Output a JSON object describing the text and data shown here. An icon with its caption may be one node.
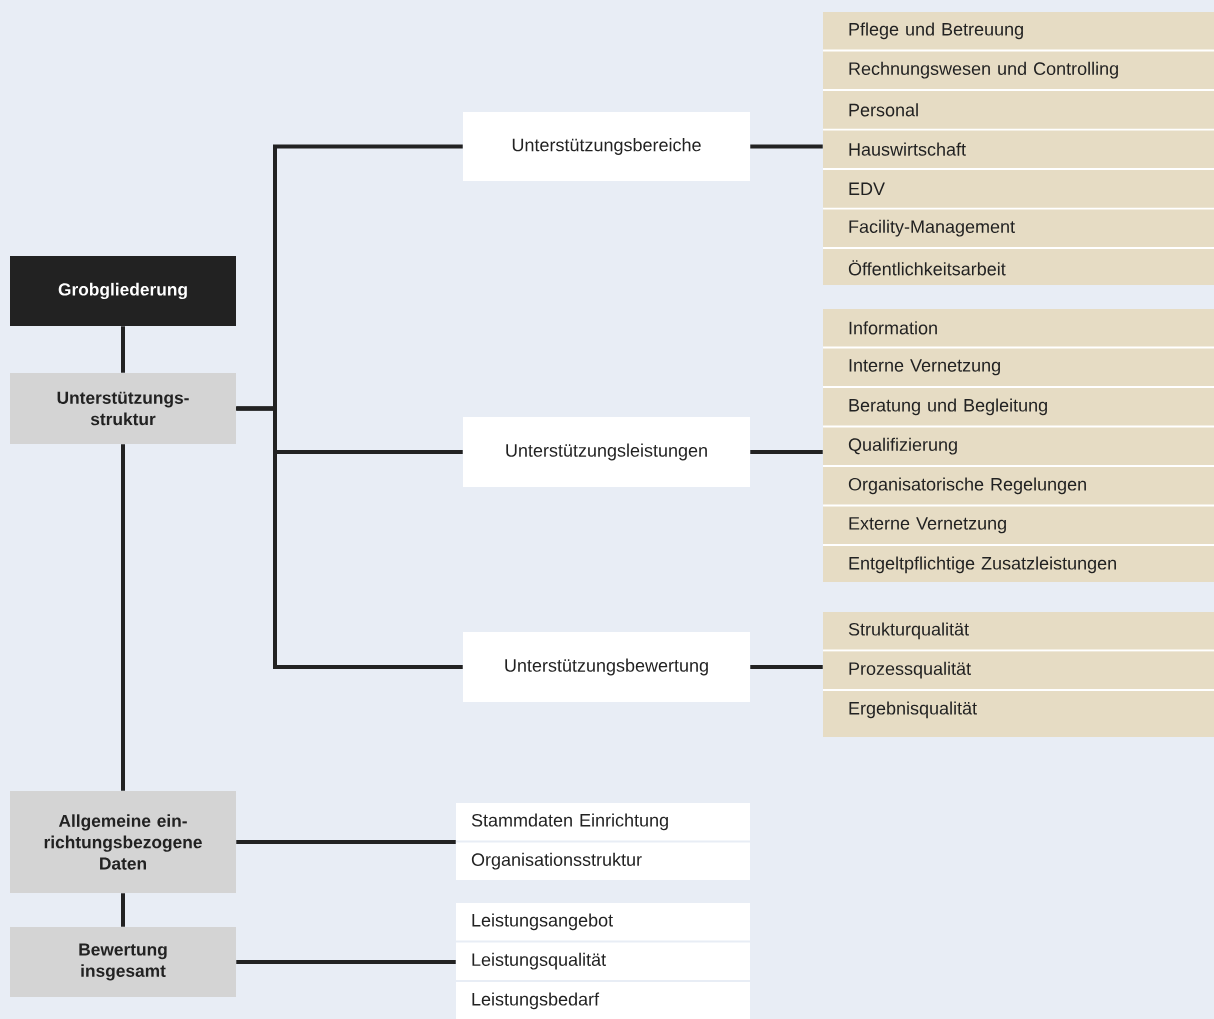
{
  "diagram": {
    "nodes": [
      {
        "text": [
          "Grobgliederung"
        ]
      },
      {
        "text": [
          "Unterstützungs- struktur"
        ]
      },
      {
        "text": [
          "Unterstützungsbereiche"
        ]
      },
      {
        "text": [],
        "shape": "box"
      },
      {
        "text": [
          "Pflege und Betreuung"
        ],
        "in": 3
      },
      {
        "text": [
          "Rechnungswesen und Controlling"
        ],
        "in": 3
      },
      {
        "text": [
          "Personal"
        ],
        "in": 3
      },
      {
        "text": [
          "Hauswirtschaft"
        ],
        "in": 3
      },
      {
        "text": [
          "EDV"
        ],
        "in": 3
      },
      {
        "text": [
          "Facility-Management"
        ],
        "in": 3
      },
      {
        "text": [
          "Öffentlichkeitsarbeit"
        ],
        "in": 3
      },
      {
        "text": [
          "Unterstützungsleistungen"
        ]
      },
      {
        "text": [],
        "shape": "box"
      },
      {
        "text": [
          "Information"
        ],
        "in": 12
      },
      {
        "text": [
          "Interne Vernetzung"
        ],
        "in": 12
      },
      {
        "text": [
          "Beratung und Begleitung"
        ],
        "in": 12
      },
      {
        "text": [
          "Qualifizierung"
        ],
        "in": 12
      },
      {
        "text": [
          "Organisatorische Regelungen"
        ],
        "in": 12
      },
      {
        "text": [
          "Externe Vernetzung"
        ],
        "in": 12
      },
      {
        "text": [
          "Entgeltpflichtige Zusatzleistungen"
        ],
        "in": 12
      },
      {
        "text": [
          "Unterstützungsbewertung"
        ]
      },
      {
        "text": [],
        "shape": "box"
      },
      {
        "text": [
          "Strukturqualität"
        ],
        "in": 21
      },
      {
        "text": [
          "Prozessqualität"
        ],
        "in": 21
      },
      {
        "text": [
          "Ergebnisqualität"
        ],
        "in": 21
      },
      {
        "text": [
          "Allgemeine ein- richtungsbezogene Daten"
        ]
      },
      {
        "text": [],
        "shape": "box"
      },
      {
        "text": [
          "Stammdaten Einrichtung"
        ],
        "in": 26
      },
      {
        "text": [
          "Organisationsstruktur"
        ],
        "in": 26
      },
      {
        "text": [
          "Bewertung insgesamt"
        ]
      },
      {
        "text": [],
        "shape": "box"
      },
      {
        "text": [
          "Leistungsangebot"
        ],
        "in": 30
      },
      {
        "text": [
          "Leistungsqualität"
        ],
        "in": 30
      },
      {
        "text": [
          "Leistungsbedarf"
        ],
        "in": 30
      }
    ],
    "edges": [
      {
        "from": 0,
        "to": 1,
        "arrow": "none"
      },
      {
        "from": 1,
        "to": 25,
        "arrow": "none"
      },
      {
        "from": 25,
        "to": 29,
        "arrow": "none"
      },
      {
        "from": 1,
        "to": 2,
        "arrow": "none"
      },
      {
        "from": 1,
        "to": 11,
        "arrow": "none"
      },
      {
        "from": 1,
        "to": 20,
        "arrow": "none"
      },
      {
        "from": 2,
        "to": 3,
        "arrow": "none"
      },
      {
        "from": 11,
        "to": 12,
        "arrow": "none"
      },
      {
        "from": 20,
        "to": 21,
        "arrow": "none"
      },
      {
        "from": 25,
        "to": 26,
        "arrow": "none"
      },
      {
        "from": 29,
        "to": 30,
        "arrow": "none"
      }
    ]
  }
}
